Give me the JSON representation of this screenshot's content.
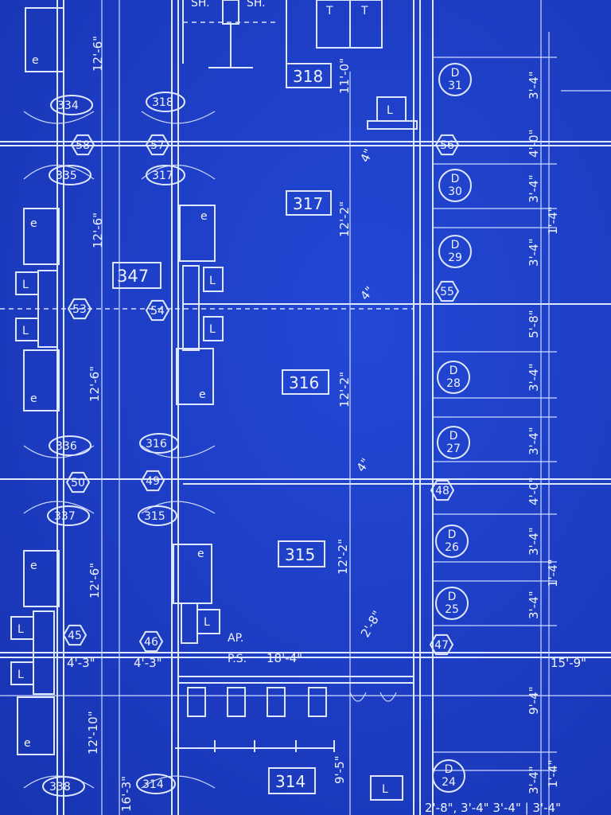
{
  "rooms": [
    {
      "label": "318"
    },
    {
      "label": "317"
    },
    {
      "label": "316"
    },
    {
      "label": "315"
    },
    {
      "label": "314"
    },
    {
      "label": "347"
    }
  ],
  "doors": [
    {
      "label": "334"
    },
    {
      "label": "318"
    },
    {
      "label": "335"
    },
    {
      "label": "317"
    },
    {
      "label": "336"
    },
    {
      "label": "316"
    },
    {
      "label": "337"
    },
    {
      "label": "315"
    },
    {
      "label": "338"
    },
    {
      "label": "314"
    }
  ],
  "columns": [
    {
      "label": "58"
    },
    {
      "label": "57"
    },
    {
      "label": "56"
    },
    {
      "label": "53"
    },
    {
      "label": "54"
    },
    {
      "label": "55"
    },
    {
      "label": "50"
    },
    {
      "label": "49"
    },
    {
      "label": "48"
    },
    {
      "label": "45"
    },
    {
      "label": "46"
    },
    {
      "label": "47"
    }
  ],
  "d_marks": [
    {
      "letter": "D",
      "number": "31"
    },
    {
      "letter": "D",
      "number": "30"
    },
    {
      "letter": "D",
      "number": "29"
    },
    {
      "letter": "D",
      "number": "28"
    },
    {
      "letter": "D",
      "number": "27"
    },
    {
      "letter": "D",
      "number": "26"
    },
    {
      "letter": "D",
      "number": "25"
    },
    {
      "letter": "D",
      "number": "24"
    }
  ],
  "dimensions": [
    {
      "label": "12'-6\""
    },
    {
      "label": "12'-6\""
    },
    {
      "label": "12'-6\""
    },
    {
      "label": "12'-6\""
    },
    {
      "label": "12'-10\""
    },
    {
      "label": "16'-3\""
    },
    {
      "label": "11'-0\""
    },
    {
      "label": "12'-2\""
    },
    {
      "label": "12'-2\""
    },
    {
      "label": "12'-2\""
    },
    {
      "label": "4\""
    },
    {
      "label": "4\""
    },
    {
      "label": "4\""
    },
    {
      "label": "2'-8\""
    },
    {
      "label": "9'-5\""
    },
    {
      "label": "18'-4\""
    },
    {
      "label": "4'-3\""
    },
    {
      "label": "4'-3\""
    },
    {
      "label": "15'-9\""
    },
    {
      "label": "3'-4\""
    },
    {
      "label": "4'-0\""
    },
    {
      "label": "3'-4\""
    },
    {
      "label": "3'-4\""
    },
    {
      "label": "1'-4\""
    },
    {
      "label": "5'-8\""
    },
    {
      "label": "3'-4\""
    },
    {
      "label": "3'-4\""
    },
    {
      "label": "4'-0\""
    },
    {
      "label": "3'-4\""
    },
    {
      "label": "3'-4\""
    },
    {
      "label": "1'-4\""
    },
    {
      "label": "9'-4\""
    },
    {
      "label": "3'-4\""
    },
    {
      "label": "1'-4\""
    },
    {
      "label": "2'-8\", 3'-4\" 3'-4\" | 3'-4\""
    }
  ],
  "fixtures": {
    "e": "e",
    "l": "L",
    "t": "T",
    "sh": "SH.",
    "ps": "P.S.",
    "ap": "AP."
  }
}
